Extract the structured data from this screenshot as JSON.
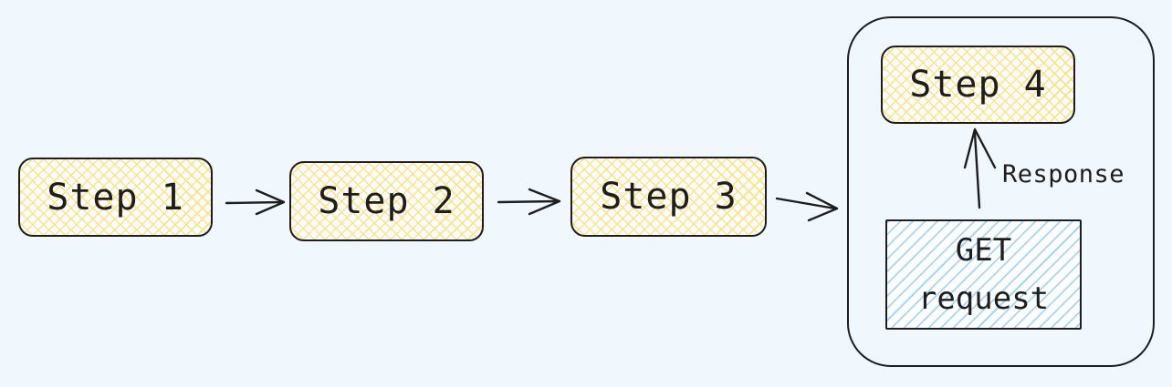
{
  "diagram": {
    "type": "flowchart",
    "nodes": [
      {
        "id": "step1",
        "label": "Step 1",
        "shape": "rounded-rect",
        "fill": "yellow-crosshatch"
      },
      {
        "id": "step2",
        "label": "Step 2",
        "shape": "rounded-rect",
        "fill": "yellow-crosshatch"
      },
      {
        "id": "step3",
        "label": "Step 3",
        "shape": "rounded-rect",
        "fill": "yellow-crosshatch"
      },
      {
        "id": "group",
        "label": "",
        "shape": "rounded-container",
        "fill": "none"
      },
      {
        "id": "step4",
        "label": "Step 4",
        "shape": "rounded-rect",
        "fill": "yellow-crosshatch",
        "parent": "group"
      },
      {
        "id": "get_request",
        "label": "GET request",
        "label_lines": [
          "GET",
          "request"
        ],
        "shape": "rect",
        "fill": "blue-diagonal-hatch",
        "parent": "group"
      }
    ],
    "edges": [
      {
        "from": "step1",
        "to": "step2",
        "label": ""
      },
      {
        "from": "step2",
        "to": "step3",
        "label": ""
      },
      {
        "from": "step3",
        "to": "group",
        "label": ""
      },
      {
        "from": "get_request",
        "to": "step4",
        "label": "Response"
      }
    ]
  },
  "colors": {
    "background": "#f0f7fd",
    "stroke": "#1e1e1e",
    "yellow_hatch": "#f9e28b",
    "blue_hatch": "#a9d5f2",
    "node_fill": "#fdfdfa"
  }
}
